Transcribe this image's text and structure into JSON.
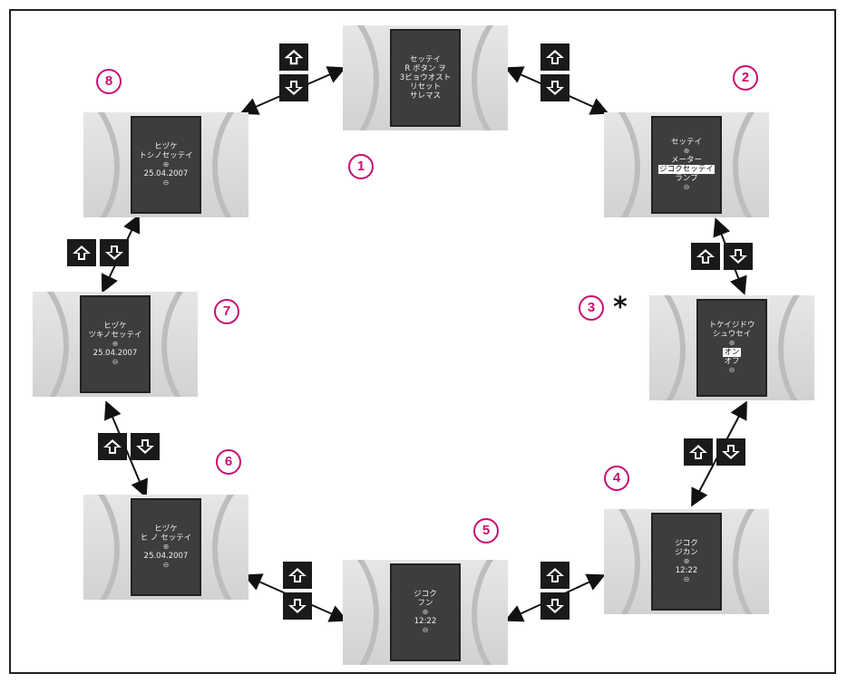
{
  "steps": [
    {
      "number": "1",
      "lines": [
        "セッテイ",
        "R ボタン ヲ",
        "3ビョウオスト",
        "リセット",
        "サレマス"
      ]
    },
    {
      "number": "2",
      "lines": [
        "セッテイ",
        "⊕",
        "メーター",
        "ジコクセッテイ",
        "ランプ",
        "⊖"
      ]
    },
    {
      "number": "3",
      "lines": [
        "トケイジドウ",
        "シュウセイ",
        "⊕",
        "オン",
        "オフ",
        "⊖"
      ],
      "asterisk": "*"
    },
    {
      "number": "4",
      "lines": [
        "ジコク",
        "ジカン",
        "⊕",
        "12:22",
        "⊖"
      ]
    },
    {
      "number": "5",
      "lines": [
        "ジコク",
        "フン",
        "⊕",
        "12:22",
        "⊖"
      ]
    },
    {
      "number": "6",
      "lines": [
        "ヒヅケ",
        "ヒ ノ セッテイ",
        "⊕",
        "25.04.2007",
        "⊖"
      ]
    },
    {
      "number": "7",
      "lines": [
        "ヒヅケ",
        "ツキノセッテイ",
        "⊕",
        "25.04.2007",
        "⊖"
      ]
    },
    {
      "number": "8",
      "lines": [
        "ヒヅケ",
        "トシノセッテイ",
        "⊕",
        "25.04.2007",
        "⊖"
      ]
    }
  ],
  "colors": {
    "number_accent": "#c8106f",
    "button_fill": "#1a1a1a",
    "screen_fill": "#3d3d3d"
  },
  "icons": {
    "up": "up-arrow-icon",
    "down": "down-arrow-icon"
  }
}
